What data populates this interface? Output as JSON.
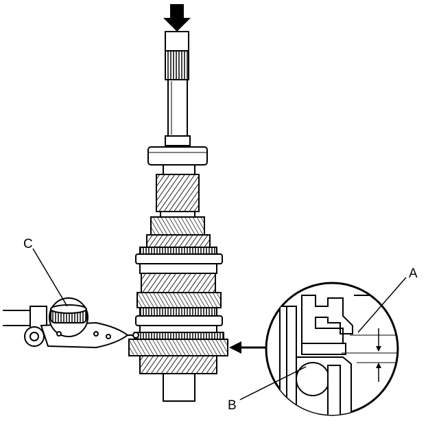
{
  "callouts": {
    "a": "A",
    "b": "B",
    "c": "C"
  },
  "icons": {
    "force_arrow": "down-arrow-icon",
    "pointer_arrow": "left-arrow-icon"
  },
  "colors": {
    "ink": "#000000",
    "paper": "#ffffff",
    "hatch": "#333333"
  }
}
